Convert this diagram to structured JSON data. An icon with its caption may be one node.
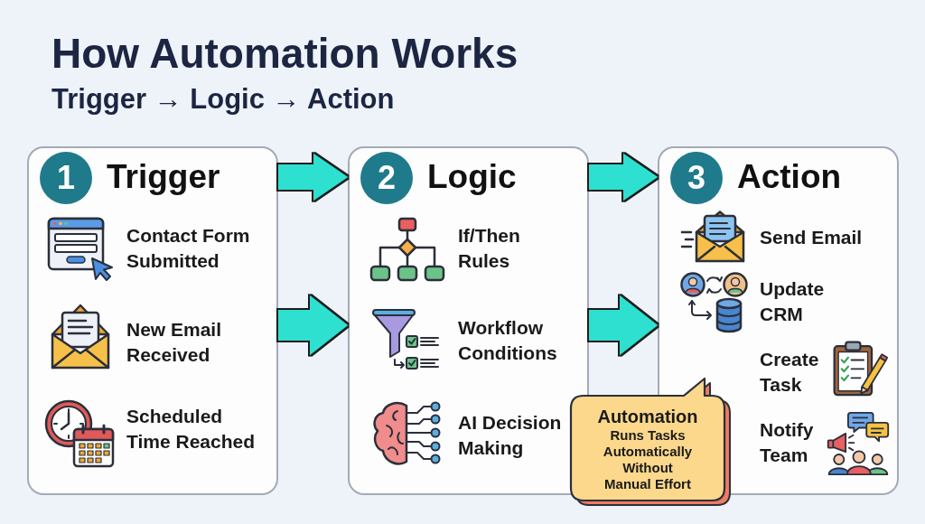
{
  "diagram": {
    "title": "How Automation Works",
    "nodes": [
      {
        "text": [
          "Trigger",
          "Contact Form Submitted",
          "New Email Received",
          "Scheduled Time Reached"
        ]
      },
      {
        "text": [
          "1"
        ],
        "in": 0
      },
      {
        "text": [
          "Logic",
          "If/Then Rules",
          "Workflow Conditions",
          "AI Decision Making"
        ]
      },
      {
        "text": [
          "2"
        ],
        "in": 2
      },
      {
        "text": [
          "Action",
          "Send Email",
          "Update CRM",
          "Create Task",
          "Notify Team"
        ]
      },
      {
        "text": [
          "3"
        ],
        "in": 4
      },
      {
        "text": [
          "Automation",
          "Runs Tasks Automatically Without Manual Effort"
        ]
      }
    ],
    "edges": [
      {
        "from": 0,
        "to": 2,
        "arrow": "to"
      },
      {
        "from": 2,
        "to": 4,
        "arrow": "to"
      },
      {
        "from": 0,
        "to": 2,
        "arrow": "to"
      },
      {
        "from": 2,
        "to": 4,
        "arrow": "to"
      }
    ],
    "labels": [
      "Trigger → Logic → Action"
    ]
  }
}
